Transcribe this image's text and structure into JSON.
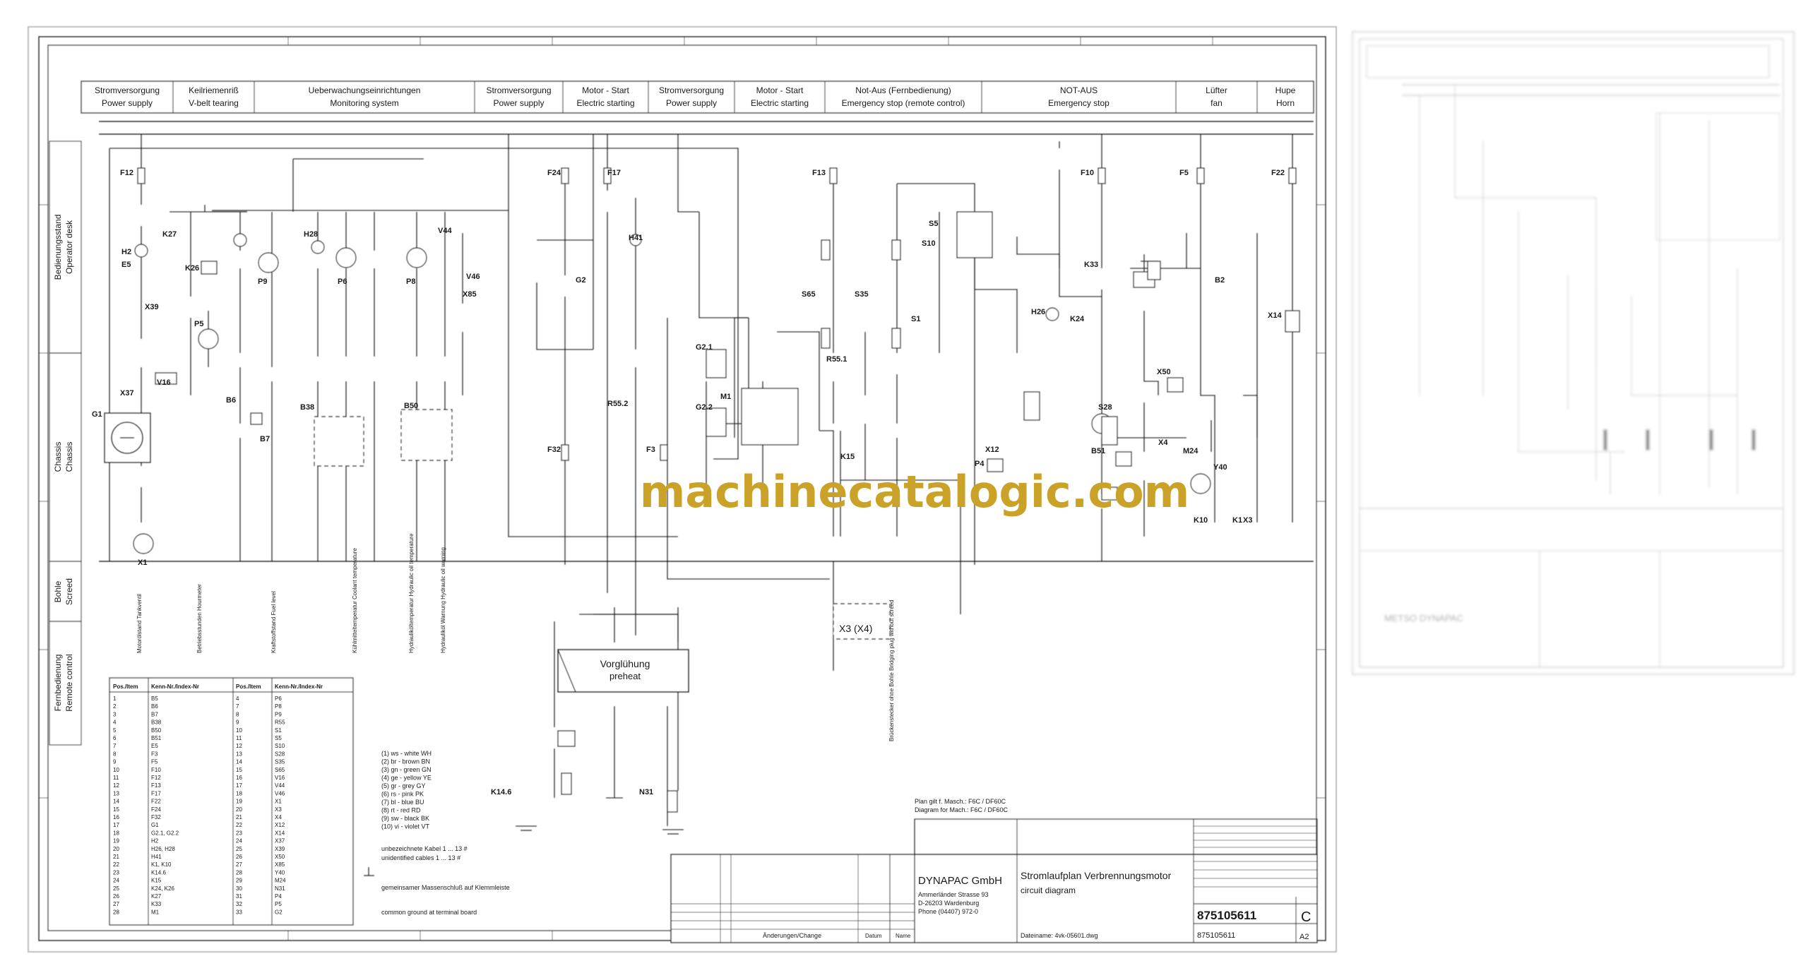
{
  "watermark": "machinecatalogic.com",
  "header_cells": [
    {
      "de": "Stromversorgung",
      "en": "Power supply"
    },
    {
      "de": "Keilriemenriß",
      "en": "V-belt tearing"
    },
    {
      "de": "Ueberwachungseinrichtungen",
      "en": "Monitoring system"
    },
    {
      "de": "Stromversorgung",
      "en": "Power supply"
    },
    {
      "de": "Motor - Start",
      "en": "Electric starting"
    },
    {
      "de": "Stromversorgung",
      "en": "Power supply"
    },
    {
      "de": "Motor - Start",
      "en": "Electric starting"
    },
    {
      "de": "Not-Aus (Fernbedienung)",
      "en": "Emergency stop (remote control)"
    },
    {
      "de": "NOT-AUS",
      "en": "Emergency stop"
    },
    {
      "de": "Lüfter",
      "en": "fan"
    },
    {
      "de": "Hupe",
      "en": "Horn"
    }
  ],
  "side_labels": [
    {
      "de": "Bedienungsstand",
      "en": "Operator desk"
    },
    {
      "de": "Chassis",
      "en": "Chassis"
    },
    {
      "de": "Bohle",
      "en": "Screed"
    },
    {
      "de": "Fernbedienung",
      "en": "Remote control"
    }
  ],
  "components": [
    "F12",
    "F24",
    "F17",
    "F13",
    "F10",
    "F5",
    "F22",
    "H2",
    "E5",
    "K27",
    "K26",
    "X39",
    "V16",
    "G1",
    "X37",
    "P5",
    "P9",
    "H28",
    "P6",
    "P8",
    "V46",
    "V44",
    "X85",
    "G2",
    "H41",
    "B6",
    "B7",
    "B38",
    "B50",
    "G2.1",
    "G2.2",
    "M1",
    "F32",
    "F3",
    "K15",
    "S65",
    "S35",
    "S5",
    "S10",
    "S1",
    "K33",
    "H26",
    "K24",
    "X50",
    "M24",
    "Y40",
    "B51",
    "S28",
    "B2",
    "X14",
    "X4",
    "X3",
    "K1",
    "K10",
    "P4",
    "X12",
    "X1",
    "R55.2",
    "R55.1",
    "K14.6",
    "N31"
  ],
  "preheat": {
    "de": "Vorglühung",
    "en": "preheat"
  },
  "plug": "X3 (X4)",
  "color_codes": [
    "(1) ws - white  WH",
    "(2) br - brown  BN",
    "(3) gn - green  GN",
    "(4) ge - yellow  YE",
    "(5) gr - grey  GY",
    "(6) rs - pink  PK",
    "(7) bl - blue  BU",
    "(8) rt - red  RD",
    "(9) sw - black  BK",
    "(10) vi - violet  VT"
  ],
  "unmarked": {
    "de": "unbezeichnete Kabel 1 ... 13 #",
    "en": "unidentified cables 1 ... 13 #"
  },
  "ground": {
    "de": "gemeinsamer Massenschluß auf Klemmleiste",
    "en": "common ground at terminal board"
  },
  "rotated_notes": [
    "Motorölstand Tankventil",
    "Betriebsstunden Hourmeter",
    "Kraftstoffstand Fuel level",
    "Kühlmitteltemperatur Coolant temperature",
    "Hydrauliköltemperatur Hydraulic oil temperature",
    "Hydrauliköl Warnung Hydraulic oil warning",
    "Brückenstecker ohne Bohle Bridging plug without screed"
  ],
  "legend_headers": [
    "Pos./Item",
    "Kenn-Nr./Index-Nr",
    "Pos./Item",
    "Kenn-Nr./Index-Nr"
  ],
  "legend_rows": [
    [
      "1",
      "B5",
      "4",
      "P6"
    ],
    [
      "2",
      "B6",
      "7",
      "P8"
    ],
    [
      "3",
      "B7",
      "8",
      "P9"
    ],
    [
      "4",
      "B38",
      "9",
      "R55"
    ],
    [
      "5",
      "B50",
      "10",
      "S1"
    ],
    [
      "6",
      "B51",
      "11",
      "S5"
    ],
    [
      "7",
      "E5",
      "12",
      "S10"
    ],
    [
      "8",
      "F3",
      "13",
      "S28"
    ],
    [
      "9",
      "F5",
      "14",
      "S35"
    ],
    [
      "10",
      "F10",
      "15",
      "S65"
    ],
    [
      "11",
      "F12",
      "16",
      "V16"
    ],
    [
      "12",
      "F13",
      "17",
      "V44"
    ],
    [
      "13",
      "F17",
      "18",
      "V46"
    ],
    [
      "14",
      "F22",
      "19",
      "X1"
    ],
    [
      "15",
      "F24",
      "20",
      "X3"
    ],
    [
      "16",
      "F32",
      "21",
      "X4"
    ],
    [
      "17",
      "G1",
      "22",
      "X12"
    ],
    [
      "18",
      "G2.1, G2.2",
      "23",
      "X14"
    ],
    [
      "19",
      "H2",
      "24",
      "X37"
    ],
    [
      "20",
      "H26, H28",
      "25",
      "X39"
    ],
    [
      "21",
      "H41",
      "26",
      "X50"
    ],
    [
      "22",
      "K1, K10",
      "27",
      "X85"
    ],
    [
      "23",
      "K14.6",
      "28",
      "Y40"
    ],
    [
      "24",
      "K15",
      "29",
      "M24"
    ],
    [
      "25",
      "K24, K26",
      "30",
      "N31"
    ],
    [
      "26",
      "K27",
      "31",
      "P4"
    ],
    [
      "27",
      "K33",
      "32",
      "P5"
    ],
    [
      "28",
      "M1",
      "33",
      "G2"
    ]
  ],
  "plan": {
    "l1": "Plan gilt f. Masch.: F6C / DF60C",
    "l2": "Diagram for Mach.: F6C / DF60C"
  },
  "title_block": {
    "company": "DYNAPAC GmbH",
    "address1": "Ammerländer Strasse 93",
    "address2": "D-26203 Wardenburg",
    "phone": "Phone (04407) 972-0",
    "title_de": "Stromlaufplan Verbrennungsmotor",
    "title_en": "circuit diagram",
    "drawing_no": "875105611",
    "drawing_no_small": "875105611",
    "format": "A2",
    "rev": "C",
    "file": "Dateiname: 4vk-05601.dwg",
    "changes_label": "Änderungen/Change",
    "name_label": "Datum",
    "date_label": "Name"
  },
  "right_page": {
    "company": "METSO DYNAPAC"
  }
}
